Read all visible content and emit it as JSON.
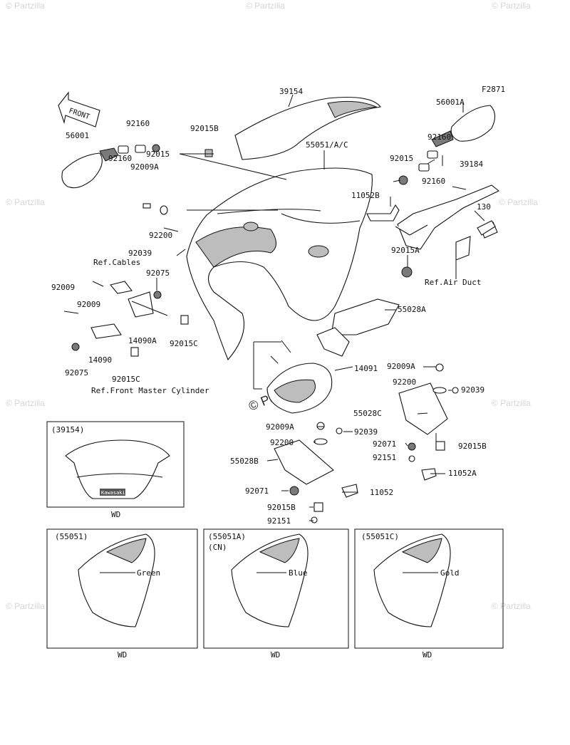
{
  "figure_code": "F2871",
  "front_label": "FRONT",
  "watermark": {
    "text": "© Partzilla",
    "big_text": "© Partzilla.com"
  },
  "part_numbers": {
    "p39154": "39154",
    "p56001A": "56001A",
    "p56001": "56001",
    "p92160_a": "92160",
    "p92160_b": "92160",
    "p92015_a": "92015",
    "p92009A_a": "92009A",
    "p92015B_a": "92015B",
    "p55051": "55051/A/C",
    "p92160_c": "92160",
    "p92015_b": "92015",
    "p92160_d": "92160",
    "p39184": "39184",
    "p11052B": "11052B",
    "p130": "130",
    "p92200_a": "92200",
    "p92015A": "92015A",
    "p92039_a": "92039",
    "refcables": "Ref.Cables",
    "p92075_a": "92075",
    "refairduct": "Ref.Air Duct",
    "p92009_a": "92009",
    "p92009_b": "92009",
    "p55028A": "55028A",
    "p14090A": "14090A",
    "p92015C_a": "92015C",
    "p14090": "14090",
    "p92075_b": "92075",
    "p92015C_b": "92015C",
    "p14091": "14091",
    "p92009A_b": "92009A",
    "refmaster": "Ref.Front Master Cylinder",
    "p92200_b": "92200",
    "p92039_b": "92039",
    "p55028C": "55028C",
    "p92009A_c": "92009A",
    "p92039_c": "92039",
    "p92071_a": "92071",
    "p92015B_b": "92015B",
    "p92200_c": "92200",
    "p92151_a": "92151",
    "p55028B": "55028B",
    "p11052A": "11052A",
    "p92071_b": "92071",
    "p11052": "11052",
    "p92015B_c": "92015B",
    "p92151_b": "92151"
  },
  "insets": {
    "windshield": {
      "code": "(39154)",
      "label": "WD",
      "logo": "Kawasaki"
    },
    "green": {
      "code": "(55051)",
      "color": "Green",
      "label": "WD"
    },
    "blue": {
      "code": "(55051A)",
      "sub": "(CN)",
      "color": "Blue",
      "label": "WD"
    },
    "gold": {
      "code": "(55051C)",
      "color": "Gold",
      "label": "WD"
    }
  }
}
